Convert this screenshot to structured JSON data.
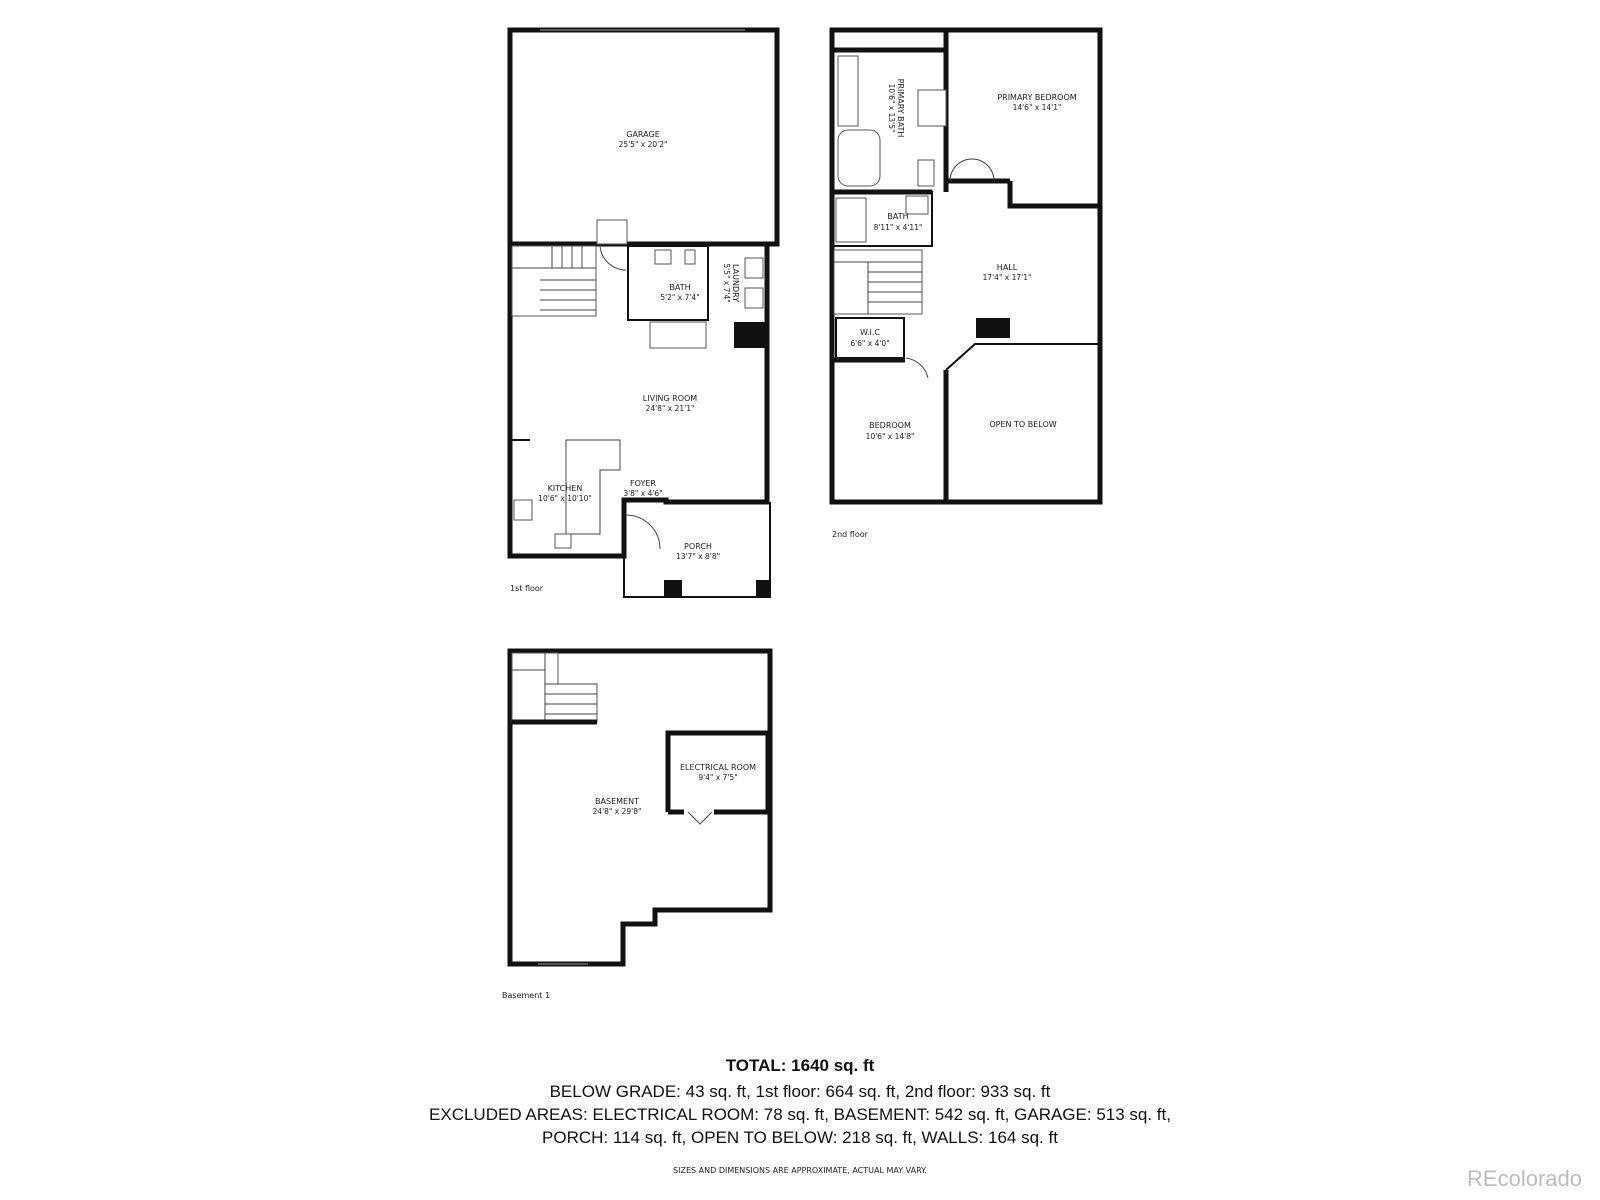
{
  "rooms": {
    "garage": {
      "name": "GARAGE",
      "dim": "25'5\" x 20'2\""
    },
    "bath1": {
      "name": "BATH",
      "dim": "5'2\" x 7'4\""
    },
    "laundry": {
      "name": "LAUNDRY",
      "dim": "5'5\" x 7'4\""
    },
    "living": {
      "name": "LIVING ROOM",
      "dim": "24'8\" x 21'1\""
    },
    "kitchen": {
      "name": "KITCHEN",
      "dim": "10'6\" x 10'10\""
    },
    "foyer": {
      "name": "FOYER",
      "dim": "3'8\" x 4'6\""
    },
    "porch": {
      "name": "PORCH",
      "dim": "13'7\" x 8'8\""
    },
    "primary_bath": {
      "name": "PRIMARY BATH",
      "dim": "10'6\" x 13'5\""
    },
    "primary_bedroom": {
      "name": "PRIMARY BEDROOM",
      "dim": "14'6\" x 14'1\""
    },
    "bath2": {
      "name": "BATH",
      "dim": "8'11\" x 4'11\""
    },
    "hall": {
      "name": "HALL",
      "dim": "17'4\" x 17'1\""
    },
    "wic": {
      "name": "W.I.C",
      "dim": "6'6\" x 4'0\""
    },
    "bedroom": {
      "name": "BEDROOM",
      "dim": "10'6\" x 14'8\""
    },
    "open_below": {
      "name": "OPEN TO BELOW"
    },
    "electrical": {
      "name": "ELECTRICAL ROOM",
      "dim": "9'4\" x 7'5\""
    },
    "basement": {
      "name": "BASEMENT",
      "dim": "24'8\" x 29'8\""
    }
  },
  "floors": {
    "first": "1st floor",
    "second": "2nd floor",
    "basement": "Basement 1"
  },
  "summary": {
    "total": "TOTAL: 1640 sq. ft",
    "line1": "BELOW GRADE: 43 sq. ft, 1st floor: 664 sq. ft, 2nd floor: 933 sq. ft",
    "line2": "EXCLUDED AREAS: ELECTRICAL ROOM: 78 sq. ft, BASEMENT: 542 sq. ft, GARAGE: 513 sq. ft,",
    "line3": "PORCH: 114 sq. ft, OPEN TO BELOW: 218 sq. ft, WALLS: 164 sq. ft"
  },
  "disclaimer": "SIZES AND DIMENSIONS ARE APPROXIMATE, ACTUAL MAY VARY.",
  "brand": "REcolorado"
}
